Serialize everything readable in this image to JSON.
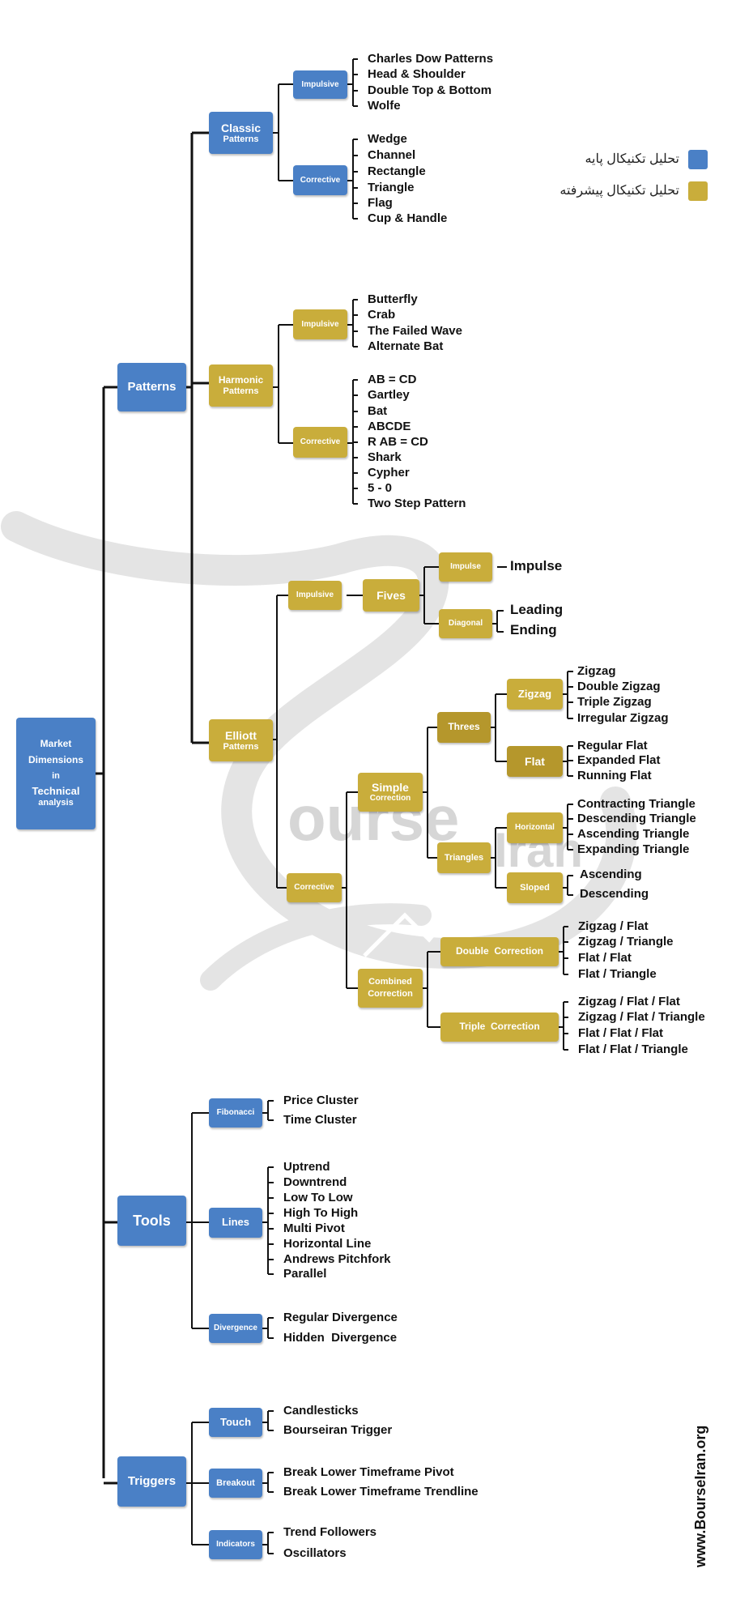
{
  "legend": {
    "basic_label": "تحلیل تکنیکال پایه",
    "advanced_label": "تحلیل تکنیکال پیشرفته",
    "basic_color": "#4a80c6",
    "advanced_color": "#c9ad3b"
  },
  "watermark": {
    "text1": "ourse",
    "text2": "Iran"
  },
  "footer": {
    "site": "www.BourseIran.org"
  },
  "root": {
    "line1": "Market",
    "line2": "Dimensions",
    "line3": "in",
    "line4": "Technical",
    "line5": "analysis"
  },
  "patterns": {
    "label": "Patterns",
    "classic": {
      "line1": "Classic",
      "line2": "Patterns",
      "impulsive": {
        "label": "Impulsive",
        "items": [
          "Charles Dow Patterns",
          "Head & Shoulder",
          "Double Top & Bottom",
          "Wolfe"
        ]
      },
      "corrective": {
        "label": "Corrective",
        "items": [
          "Wedge",
          "Channel",
          "Rectangle",
          "Triangle",
          "Flag",
          "Cup & Handle"
        ]
      }
    },
    "harmonic": {
      "line1": "Harmonic",
      "line2": "Patterns",
      "impulsive": {
        "label": "Impulsive",
        "items": [
          "Butterfly",
          "Crab",
          "The Failed Wave",
          "Alternate Bat"
        ]
      },
      "corrective": {
        "label": "Corrective",
        "items": [
          "AB = CD",
          "Gartley",
          "Bat",
          "ABCDE",
          "R AB = CD",
          "Shark",
          "Cypher",
          " 5 - 0",
          "Two Step Pattern"
        ]
      }
    },
    "elliott": {
      "line1": "Elliott",
      "line2": "Patterns",
      "impulsive": {
        "label": "Impulsive",
        "fives": "Fives",
        "impulse": {
          "label": "Impulse",
          "items": [
            "Impulse"
          ]
        },
        "diagonal": {
          "label": "Diagonal",
          "items": [
            "Leading",
            "Ending"
          ]
        }
      },
      "corrective": {
        "label": "Corrective",
        "simple": {
          "line1": "Simple",
          "line2": "Correction",
          "threes": {
            "label": "Threes",
            "zigzag": {
              "label": "Zigzag",
              "items": [
                "Zigzag",
                "Double Zigzag",
                "Triple Zigzag",
                "Irregular Zigzag"
              ]
            },
            "flat": {
              "label": "Flat",
              "items": [
                "Regular Flat",
                "Expanded Flat",
                "Running Flat"
              ]
            }
          },
          "triangles": {
            "label": "Triangles",
            "horizontal": {
              "label": "Horizontal",
              "items": [
                "Contracting Triangle",
                "Descending Triangle",
                "Ascending Triangle",
                "Expanding Triangle"
              ]
            },
            "sloped": {
              "label": "Sloped",
              "items": [
                "Ascending",
                "Descending"
              ]
            }
          }
        },
        "combined": {
          "line1": "Combined",
          "line2": "Correction",
          "double": {
            "label": "Double  Correction",
            "items": [
              "Zigzag / Flat",
              "Zigzag / Triangle",
              "Flat / Flat",
              "Flat / Triangle"
            ]
          },
          "triple": {
            "label": "Triple  Correction",
            "items": [
              "Zigzag / Flat / Flat",
              "Zigzag / Flat / Triangle",
              "Flat / Flat / Flat",
              "Flat / Flat / Triangle"
            ]
          }
        }
      }
    }
  },
  "tools": {
    "label": "Tools",
    "fibonacci": {
      "label": "Fibonacci",
      "items": [
        "Price Cluster",
        "Time Cluster"
      ]
    },
    "lines": {
      "label": "Lines",
      "items": [
        "Uptrend",
        "Downtrend",
        "Low To Low",
        "High To High",
        "Multi Pivot",
        "Horizontal Line",
        "Andrews Pitchfork",
        "Parallel"
      ]
    },
    "divergence": {
      "label": "Divergence",
      "items": [
        "Regular Divergence",
        "Hidden  Divergence"
      ]
    }
  },
  "triggers": {
    "label": "Triggers",
    "touch": {
      "label": "Touch",
      "items": [
        "Candlesticks",
        "Bourseiran Trigger"
      ]
    },
    "breakout": {
      "label": "Breakout",
      "items": [
        "Break Lower Timeframe Pivot",
        "Break Lower Timeframe Trendline"
      ]
    },
    "indicators": {
      "label": "Indicators",
      "items": [
        "Trend Followers",
        "Oscillators"
      ]
    }
  }
}
